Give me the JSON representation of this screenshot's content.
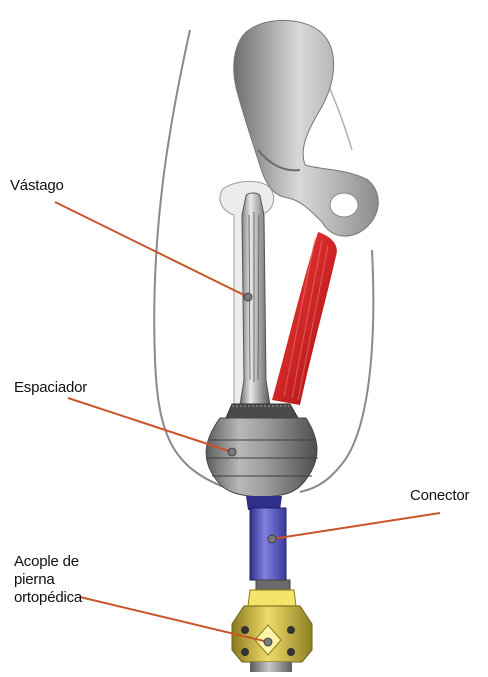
{
  "labels": {
    "vastago": "Vástago",
    "espaciador": "Espaciador",
    "conector": "Conector",
    "acople": [
      "Acople de",
      "pierna",
      "ortopédica"
    ]
  },
  "colors": {
    "leader_line": "#c9542a",
    "muscle": "#d11f1f",
    "connector_blue": "#5a5ac8",
    "adapter_gold": "#d8c24a",
    "implant_gray": "#8a8a8a",
    "bone_gray": "#b5b5b5"
  }
}
